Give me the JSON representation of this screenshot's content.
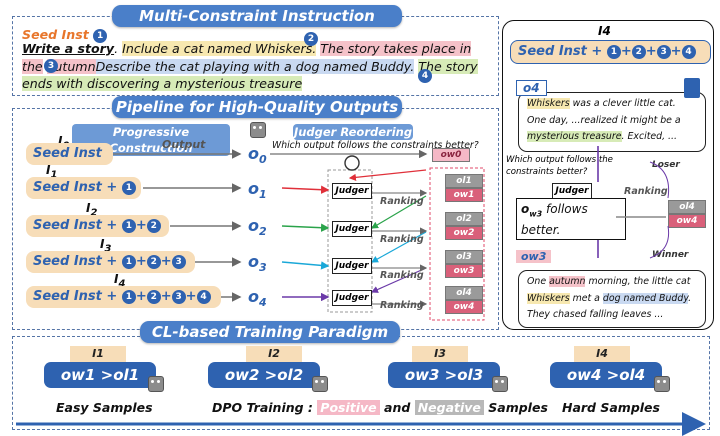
{
  "banners": {
    "top": "Multi-Constraint Instruction",
    "pipeline": "Pipeline for High-Quality Outputs",
    "training": "CL-based Training Paradigm",
    "progressive": "Progressive Construction",
    "judger": "Judger Reordering"
  },
  "instruction": {
    "seed_label": "Seed Inst",
    "write": "Write a story",
    "c1": "Include a cat named Whiskers.",
    "c2": "The story takes place in the",
    "autumn": "autumn",
    "c3": "Describe the cat playing with a dog named Buddy.",
    "c4a": "The story",
    "c4b": "ends with discovering a mysterious treasure",
    "n1": "1",
    "n2": "2",
    "n3": "3",
    "n4": "4"
  },
  "pipeline": {
    "output_label": "Output",
    "question": "Which output follows the constraints better?",
    "rows": [
      {
        "i": "I",
        "sub": "0",
        "seed": "Seed Inst",
        "nums": [],
        "o": "o",
        "osub": "0"
      },
      {
        "i": "I",
        "sub": "1",
        "seed": "Seed Inst +",
        "nums": [
          "1"
        ],
        "o": "o",
        "osub": "1"
      },
      {
        "i": "I",
        "sub": "2",
        "seed": "Seed Inst +",
        "nums": [
          "1",
          "2"
        ],
        "o": "o",
        "osub": "2"
      },
      {
        "i": "I",
        "sub": "3",
        "seed": "Seed Inst +",
        "nums": [
          "1",
          "2",
          "3"
        ],
        "o": "o",
        "osub": "3"
      },
      {
        "i": "I",
        "sub": "4",
        "seed": "Seed Inst +",
        "nums": [
          "1",
          "2",
          "3",
          "4"
        ],
        "o": "o",
        "osub": "4"
      }
    ],
    "judger": "Judger",
    "ranking": "Ranking",
    "chips": [
      "ow0",
      "ol1",
      "ow1",
      "ol2",
      "ow2",
      "ol3",
      "ow3",
      "ol4",
      "ow4"
    ]
  },
  "right_panel": {
    "i4": "I4",
    "seed": "Seed Inst +",
    "nums": [
      "1",
      "2",
      "3",
      "4"
    ],
    "o4": "o4",
    "o4_text_1": "Whiskers",
    "o4_text_2": "was a clever little cat. One day, ...realized it might be a",
    "o4_text_3": "mysterious treasure",
    "o4_text_4": ". Excited, ...",
    "question": "Which output follows the constraints better?",
    "judger": "Judger",
    "ranking": "Ranking",
    "follows_o": "o",
    "follows_sub": "w3",
    "follows_text": "follows better.",
    "loser": "Loser",
    "winner": "Winner",
    "ow3": "ow3",
    "chip_l4": "ol4",
    "chip_w4": "ow4",
    "ow3_text_1": "One",
    "ow3_text_2": "autumn",
    "ow3_text_3": "morning, the little cat",
    "ow3_text_4": "Whiskers",
    "ow3_text_5": "met a",
    "ow3_text_6": "dog named Buddy",
    "ow3_text_7": ". They chased falling leaves ..."
  },
  "training": {
    "items": [
      {
        "hdr": "I1",
        "pair": "ow1 >ol1"
      },
      {
        "hdr": "I2",
        "pair": "ow2 >ol2"
      },
      {
        "hdr": "I3",
        "pair": "ow3 >ol3"
      },
      {
        "hdr": "I4",
        "pair": "ow4 >ol4"
      }
    ],
    "easy": "Easy Samples",
    "dpo": "DPO Training :",
    "positive": "Positive",
    "and": "and",
    "negative": "Negative",
    "samples": "Samples",
    "hard": "Hard Samples"
  },
  "colors": {
    "banner": "#4a7fc9",
    "accent_blue": "#2e62b0",
    "seed_box": "#f7ddb8",
    "positive": "#d9607a",
    "negative": "#9a9a9a"
  }
}
